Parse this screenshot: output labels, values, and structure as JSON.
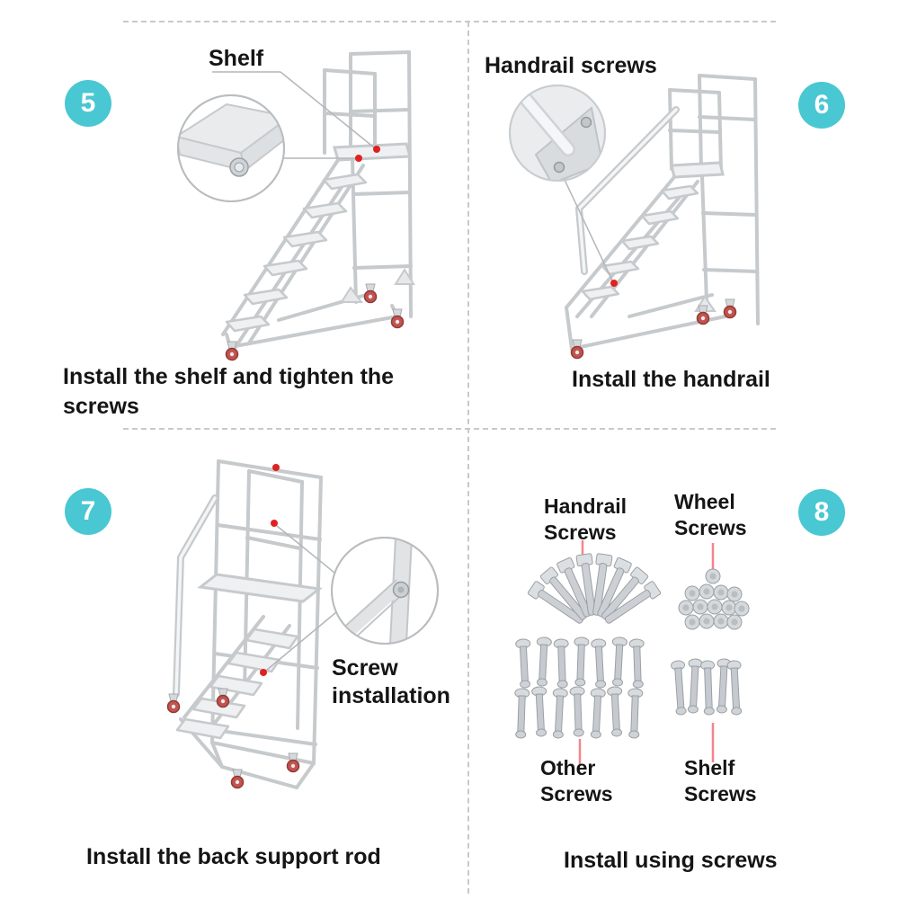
{
  "steps": [
    {
      "number": "5",
      "callout": "Shelf",
      "caption": "Install the shelf and tighten the screws"
    },
    {
      "number": "6",
      "callout": "Handrail screws",
      "caption": "Install the handrail"
    },
    {
      "number": "7",
      "callout_line1": "Screw",
      "callout_line2": "installation",
      "caption": "Install the back support rod"
    },
    {
      "number": "8",
      "caption": "Install using screws",
      "screw_labels": {
        "handrail": {
          "line1": "Handrail",
          "line2": "Screws"
        },
        "wheel": {
          "line1": "Wheel",
          "line2": "Screws"
        },
        "other": {
          "line1": "Other",
          "line2": "Screws"
        },
        "shelf": {
          "line1": "Shelf",
          "line2": "Screws"
        }
      }
    }
  ],
  "colors": {
    "badge_teal": "#49C7D2",
    "text": "#151515",
    "red_marker_dot": "#E02121",
    "pink_leader_line": "#F2858C",
    "ladder_line_gray": "#C6CACC",
    "caster_wheel_red": "#C2534E",
    "divider_dash_gray": "#C9C9C9"
  }
}
